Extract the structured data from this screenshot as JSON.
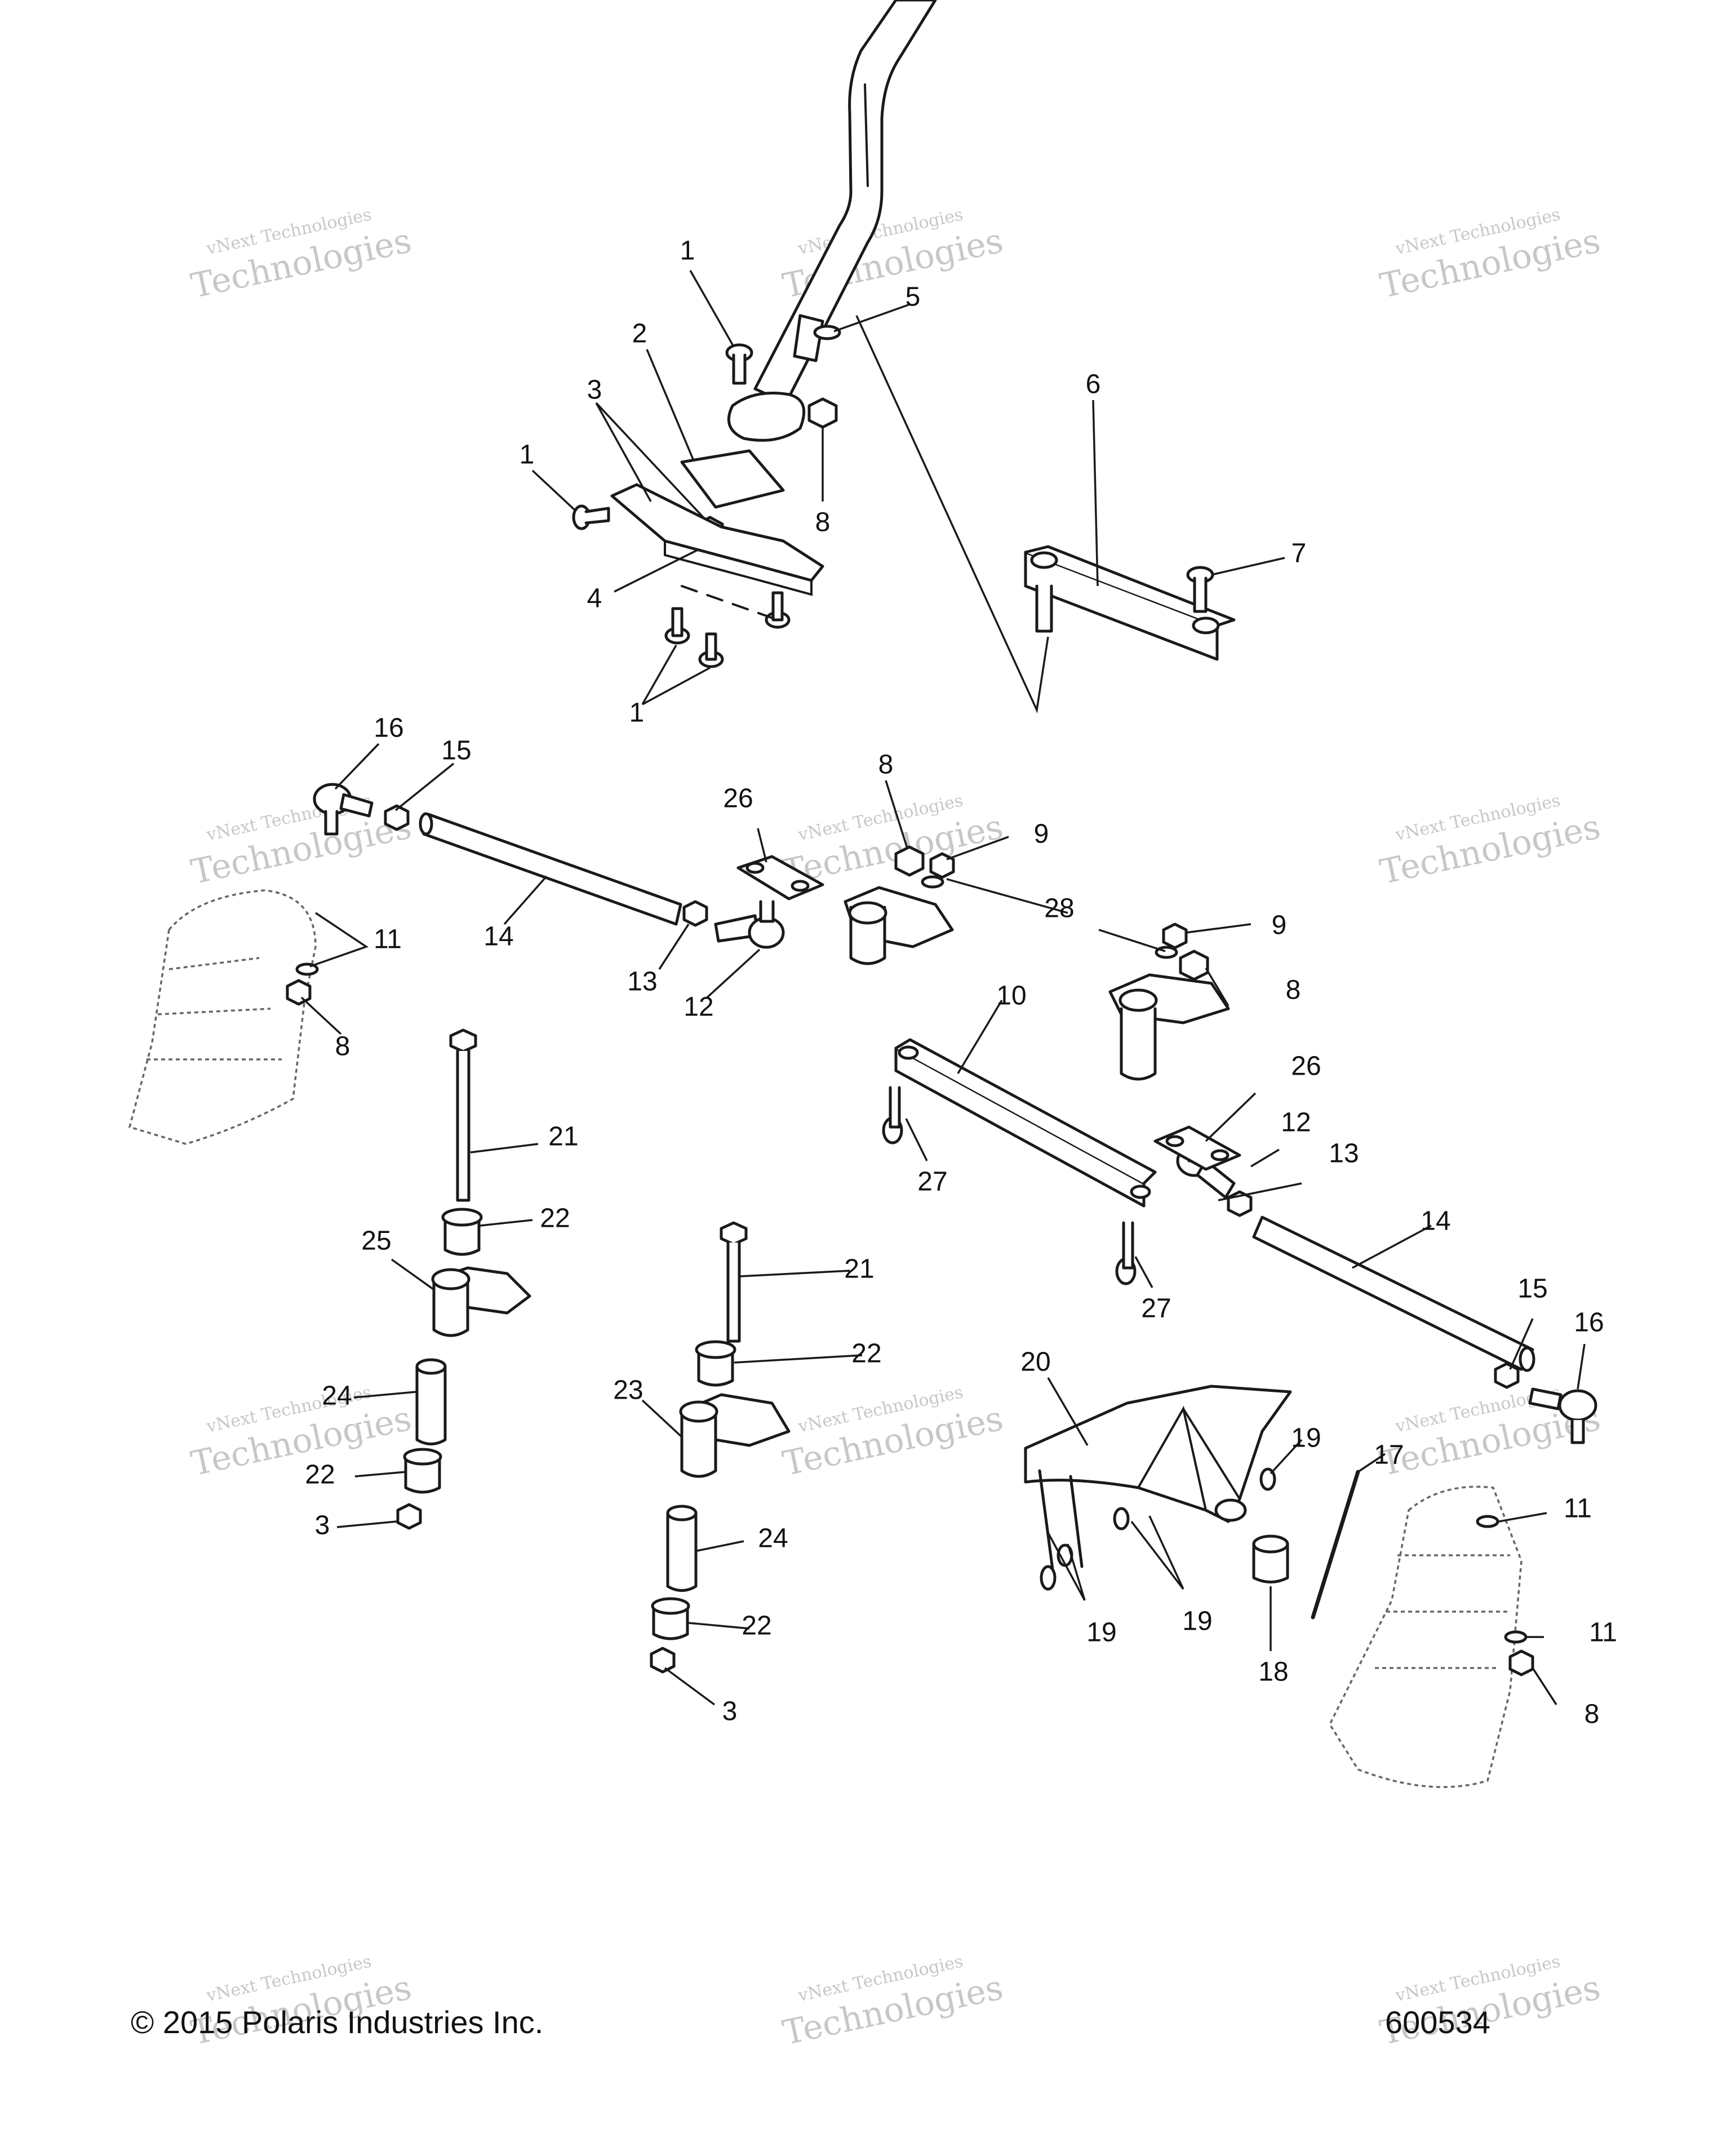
{
  "footer": {
    "copyright": "© 2015 Polaris Industries Inc.",
    "drawing_number": "600534"
  },
  "watermark": {
    "line1": "vNext Technologies",
    "line2": "Technologies"
  },
  "callouts": [
    {
      "id": "c1a",
      "label": "1"
    },
    {
      "id": "c2",
      "label": "2"
    },
    {
      "id": "c3a",
      "label": "3"
    },
    {
      "id": "c1b",
      "label": "1"
    },
    {
      "id": "c4",
      "label": "4"
    },
    {
      "id": "c1c",
      "label": "1"
    },
    {
      "id": "c5",
      "label": "5"
    },
    {
      "id": "c8a",
      "label": "8"
    },
    {
      "id": "c6",
      "label": "6"
    },
    {
      "id": "c7",
      "label": "7"
    },
    {
      "id": "c16a",
      "label": "16"
    },
    {
      "id": "c15a",
      "label": "15"
    },
    {
      "id": "c14a",
      "label": "14"
    },
    {
      "id": "c11a",
      "label": "11"
    },
    {
      "id": "c8b",
      "label": "8"
    },
    {
      "id": "c13a",
      "label": "13"
    },
    {
      "id": "c12a",
      "label": "12"
    },
    {
      "id": "c26a",
      "label": "26"
    },
    {
      "id": "c8c",
      "label": "8"
    },
    {
      "id": "c9a",
      "label": "9"
    },
    {
      "id": "c28",
      "label": "28"
    },
    {
      "id": "c9b",
      "label": "9"
    },
    {
      "id": "c8d",
      "label": "8"
    },
    {
      "id": "c10",
      "label": "10"
    },
    {
      "id": "c26b",
      "label": "26"
    },
    {
      "id": "c12b",
      "label": "12"
    },
    {
      "id": "c13b",
      "label": "13"
    },
    {
      "id": "c27a",
      "label": "27"
    },
    {
      "id": "c27b",
      "label": "27"
    },
    {
      "id": "c14b",
      "label": "14"
    },
    {
      "id": "c15b",
      "label": "15"
    },
    {
      "id": "c16b",
      "label": "16"
    },
    {
      "id": "c21a",
      "label": "21"
    },
    {
      "id": "c22a",
      "label": "22"
    },
    {
      "id": "c25",
      "label": "25"
    },
    {
      "id": "c24a",
      "label": "24"
    },
    {
      "id": "c22b",
      "label": "22"
    },
    {
      "id": "c3b",
      "label": "3"
    },
    {
      "id": "c21b",
      "label": "21"
    },
    {
      "id": "c22c",
      "label": "22"
    },
    {
      "id": "c23",
      "label": "23"
    },
    {
      "id": "c24b",
      "label": "24"
    },
    {
      "id": "c22d",
      "label": "22"
    },
    {
      "id": "c3c",
      "label": "3"
    },
    {
      "id": "c20",
      "label": "20"
    },
    {
      "id": "c19a",
      "label": "19"
    },
    {
      "id": "c19b",
      "label": "19"
    },
    {
      "id": "c19c",
      "label": "19"
    },
    {
      "id": "c18",
      "label": "18"
    },
    {
      "id": "c17",
      "label": "17"
    },
    {
      "id": "c11b",
      "label": "11"
    },
    {
      "id": "c11c",
      "label": "11"
    },
    {
      "id": "c8e",
      "label": "8"
    }
  ]
}
